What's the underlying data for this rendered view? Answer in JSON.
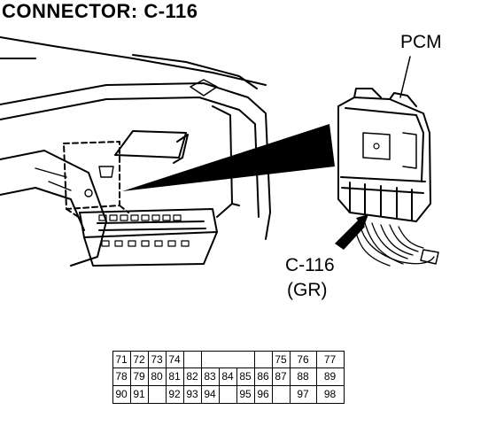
{
  "title": "CONNECTOR: C-116",
  "labels": {
    "pcm": "PCM",
    "connector": "C-116",
    "color": "(GR)"
  },
  "pin_rows": [
    [
      "71",
      "72",
      "73",
      "74",
      "",
      "",
      "",
      "75",
      "76",
      "77"
    ],
    [
      "78",
      "79",
      "80",
      "81",
      "82",
      "83",
      "84",
      "85",
      "86",
      "87",
      "88",
      "89"
    ],
    [
      "90",
      "91",
      "",
      "92",
      "93",
      "94",
      "",
      "95",
      "96",
      "",
      "97",
      "98"
    ]
  ]
}
